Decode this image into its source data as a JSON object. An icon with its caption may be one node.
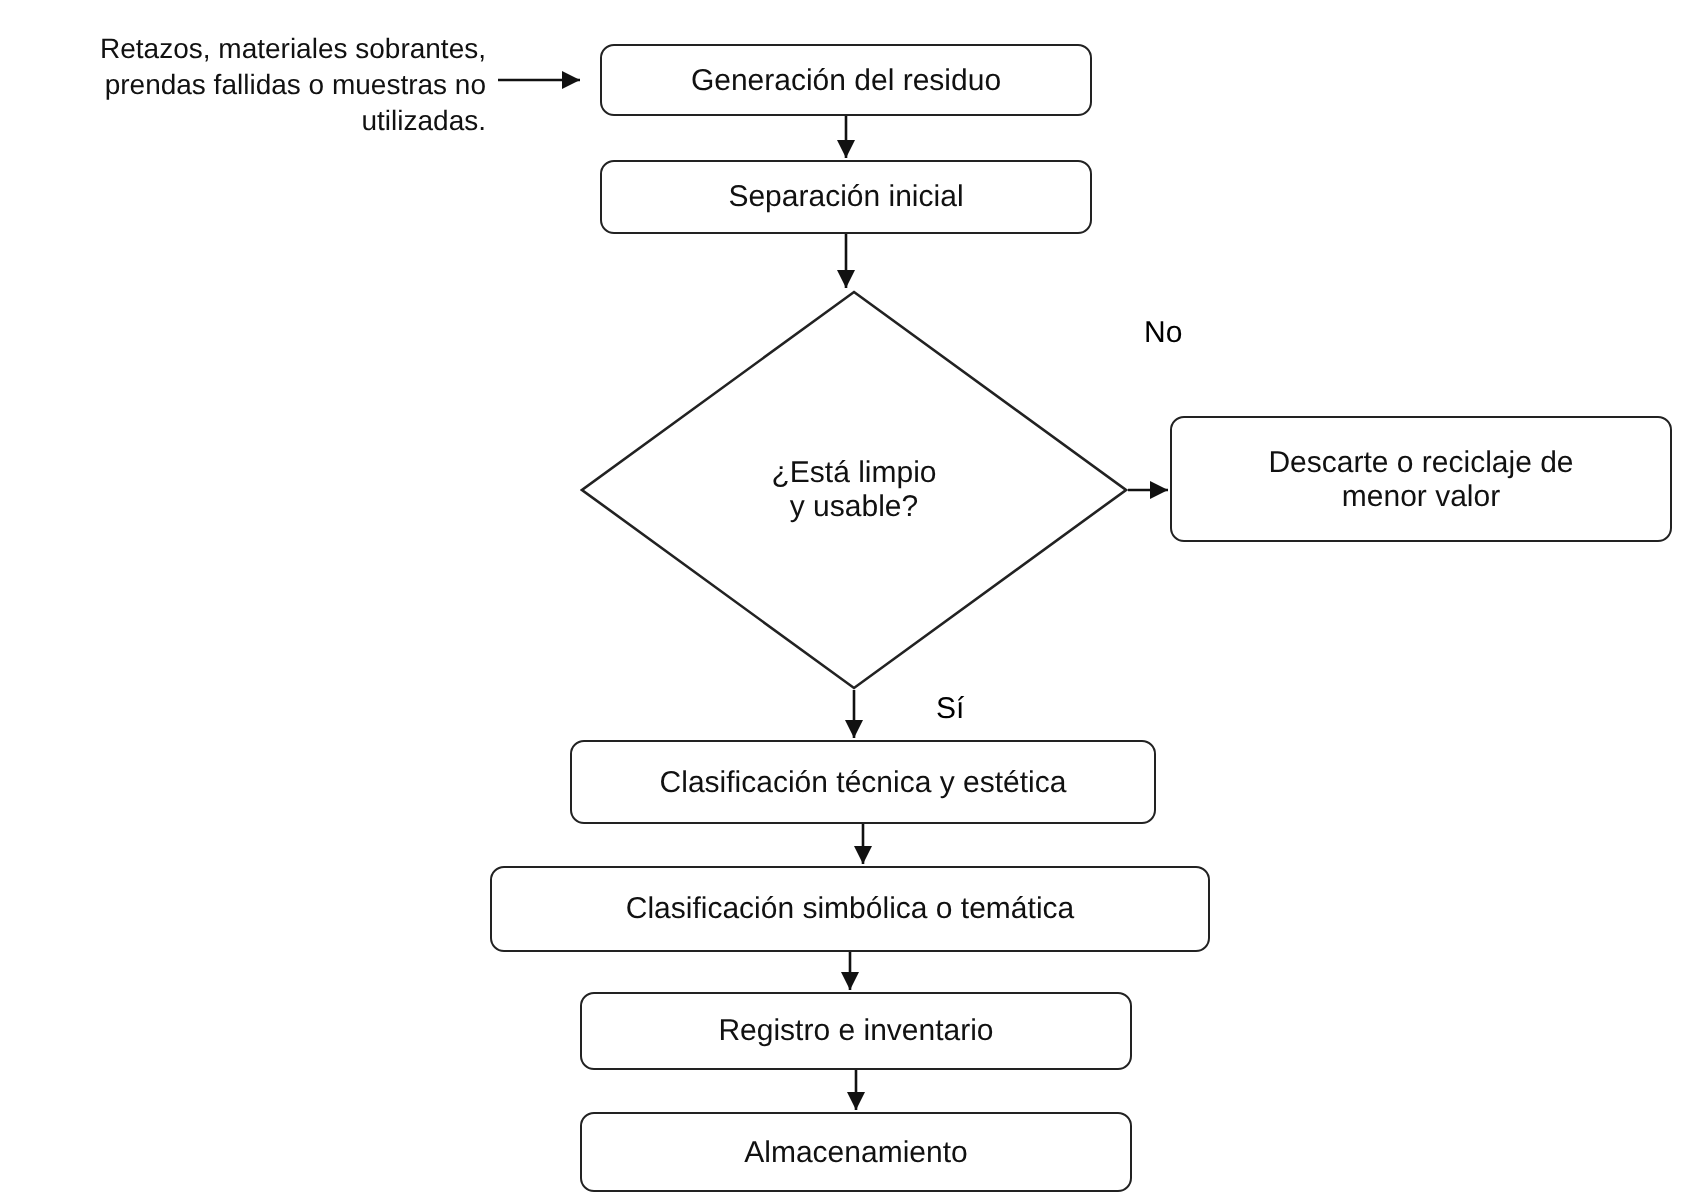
{
  "diagram": {
    "nodes": [
      {
        "text": [
          "Retazos, materiales sobrantes, prendas fallidas o muestras no utilizadas."
        ]
      },
      {
        "text": [
          "Generación del residuo"
        ]
      },
      {
        "text": [
          "Separación inicial"
        ]
      },
      {
        "text": [
          "¿Está limpio y usable?"
        ]
      },
      {
        "text": [
          "Descarte o reciclaje de menor valor"
        ]
      },
      {
        "text": [
          "Clasificación técnica y estética"
        ]
      },
      {
        "text": [
          "Clasificación simbólica o temática"
        ]
      },
      {
        "text": [
          "Registro e inventario"
        ]
      },
      {
        "text": [
          "Almacenamiento"
        ]
      }
    ],
    "edges": [
      {
        "from": 0,
        "to": 1,
        "arrow": "to"
      },
      {
        "from": 1,
        "to": 2,
        "arrow": "to"
      },
      {
        "from": 2,
        "to": 3,
        "arrow": "to"
      },
      {
        "from": 3,
        "to": 4,
        "arrow": "to",
        "label": "No"
      },
      {
        "from": 3,
        "to": 5,
        "arrow": "to",
        "label": "Sí"
      },
      {
        "from": 5,
        "to": 6,
        "arrow": "to"
      },
      {
        "from": 6,
        "to": 7,
        "arrow": "to"
      },
      {
        "from": 7,
        "to": 8,
        "arrow": "to"
      }
    ]
  }
}
